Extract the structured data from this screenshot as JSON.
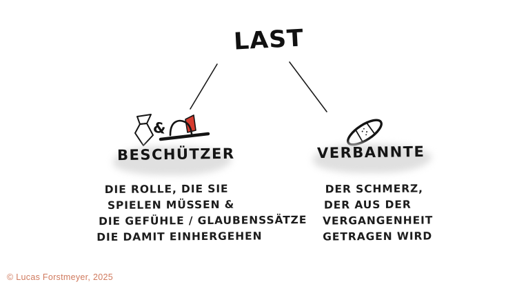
{
  "title": "LAST",
  "nodes": [
    {
      "label": "BESCHÜTZER",
      "separator": "&",
      "icons": [
        "necktie-icon",
        "hat-with-red-feather-icon"
      ],
      "description_lines": [
        "DIE ROLLE, DIE SIE",
        "SPIELEN MÜSSEN &",
        "DIE GEFÜHLE / GLAUBENSSÄTZE",
        "DIE DAMIT EINHERGEHEN"
      ]
    },
    {
      "label": "VERBANNTE",
      "icons": [
        "bandage-icon"
      ],
      "description_lines": [
        "DER SCHMERZ,",
        "DER AUS DER",
        "VERGANGENHEIT",
        "GETRAGEN WIRD"
      ]
    }
  ],
  "footer": {
    "copyright": "© Lucas Forstmeyer, 2025"
  },
  "colors": {
    "ink": "#141414",
    "accent_red": "#d63b2e",
    "highlight_gray": "#e0e0e0",
    "copyright_text": "#d07a5e",
    "background": "#ffffff"
  }
}
